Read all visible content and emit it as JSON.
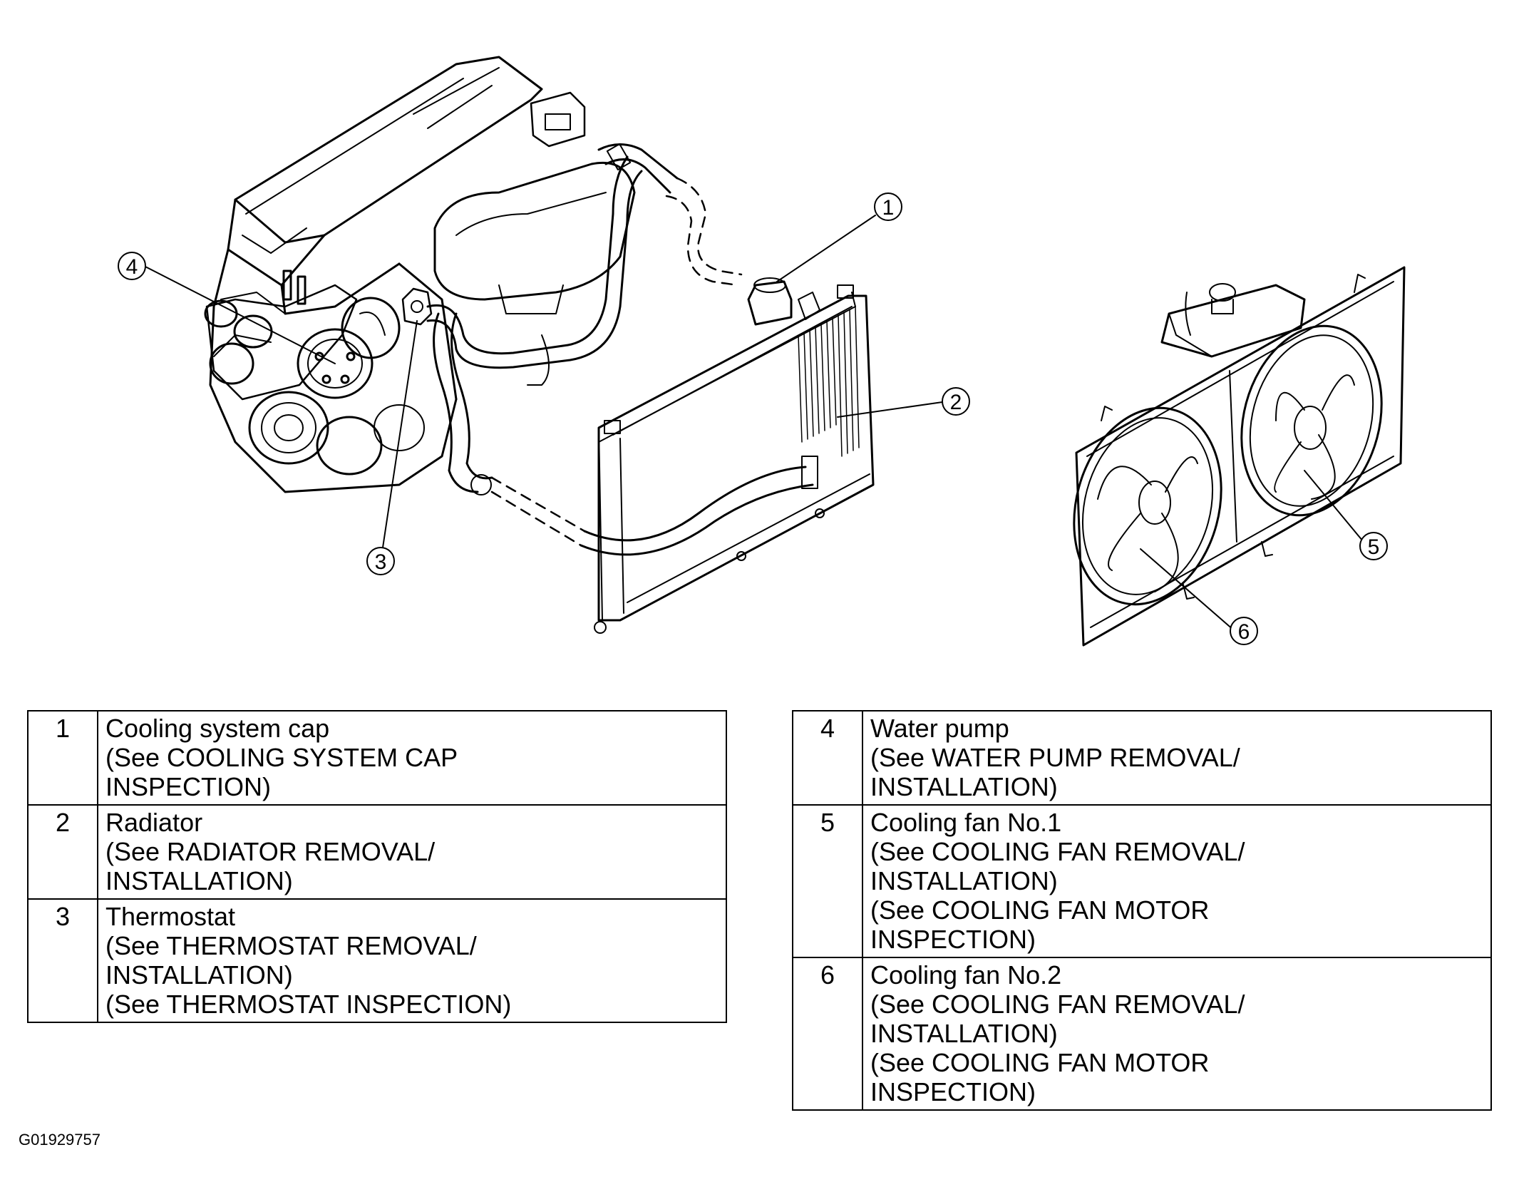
{
  "callouts": [
    "1",
    "2",
    "3",
    "4",
    "5",
    "6"
  ],
  "legend_left": [
    {
      "num": "1",
      "lines": [
        "Cooling system cap",
        "(See COOLING SYSTEM CAP",
        "INSPECTION)"
      ]
    },
    {
      "num": "2",
      "lines": [
        "Radiator",
        "(See RADIATOR REMOVAL/",
        "INSTALLATION)"
      ]
    },
    {
      "num": "3",
      "lines": [
        "Thermostat",
        "(See THERMOSTAT REMOVAL/",
        "INSTALLATION)",
        "(See THERMOSTAT INSPECTION)"
      ]
    }
  ],
  "legend_right": [
    {
      "num": "4",
      "lines": [
        "Water pump",
        "(See WATER PUMP REMOVAL/",
        "INSTALLATION)"
      ]
    },
    {
      "num": "5",
      "lines": [
        "Cooling fan No.1",
        "(See COOLING FAN REMOVAL/",
        "INSTALLATION)",
        "(See COOLING FAN MOTOR",
        "INSPECTION)"
      ]
    },
    {
      "num": "6",
      "lines": [
        "Cooling fan No.2",
        "(See COOLING FAN REMOVAL/",
        "INSTALLATION)",
        "(See COOLING FAN MOTOR",
        "INSPECTION)"
      ]
    }
  ],
  "figure_id": "G01929757"
}
